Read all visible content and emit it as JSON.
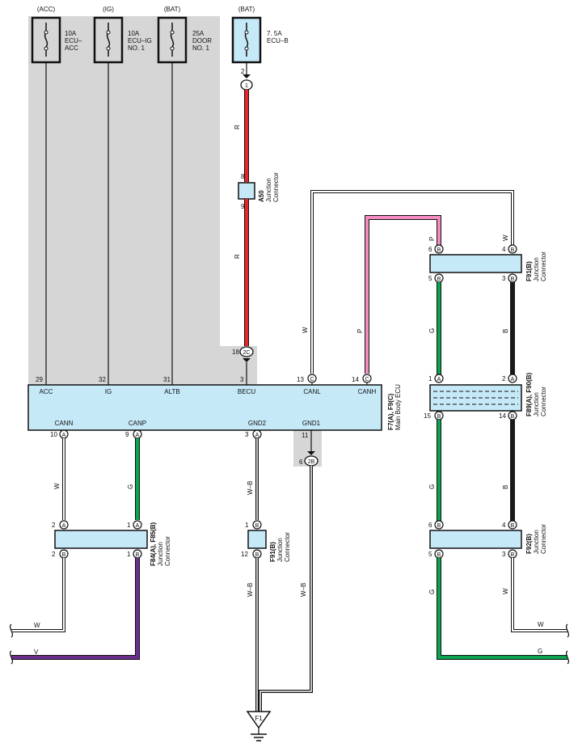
{
  "fuses": [
    {
      "source": "(ACC)",
      "lines": [
        "10A",
        "ECU–",
        "ACC"
      ]
    },
    {
      "source": "(IG)",
      "lines": [
        "10A",
        "ECU–IG",
        "NO. 1"
      ]
    },
    {
      "source": "(BAT)",
      "lines": [
        "25A",
        "DOOR",
        "NO. 1"
      ]
    },
    {
      "source": "(BAT)",
      "lines": [
        "7. 5A",
        "ECU–B"
      ]
    }
  ],
  "ecu": {
    "name_lines": [
      "F7(A), F9(C)",
      "Main Body ECU"
    ],
    "top_pins": [
      {
        "num": "29",
        "label": "ACC"
      },
      {
        "num": "32",
        "label": "IG"
      },
      {
        "num": "31",
        "label": "ALTB"
      },
      {
        "num": "3",
        "label": "BECU"
      },
      {
        "num": "13",
        "conn": "C",
        "label": "CANL"
      },
      {
        "num": "14",
        "conn": "C",
        "label": "CANH"
      }
    ],
    "bottom_pins": [
      {
        "num": "10",
        "conn": "A",
        "label": "CANN"
      },
      {
        "num": "9",
        "conn": "A",
        "label": "CANP"
      },
      {
        "num": "3",
        "conn": "A",
        "label": "GND2"
      },
      {
        "num": "11",
        "label": "GND1"
      }
    ]
  },
  "connectors": {
    "a50": {
      "id": "A50",
      "desc": [
        "Junction",
        "Connector"
      ],
      "pin_in": "8",
      "pin_out": "9"
    },
    "top_pin": {
      "num": "2",
      "conn": "1"
    },
    "becu_in": {
      "num": "18",
      "conn": "2C"
    },
    "gnd1_out": {
      "num": "6",
      "conn": "2B"
    },
    "f91_top": {
      "id": "F91(B)",
      "desc": [
        "Junction",
        "Connector"
      ],
      "pins": [
        "6",
        "B",
        "4",
        "B",
        "5",
        "B",
        "3",
        "B"
      ]
    },
    "f89": {
      "id": "F89(A), F90(B)",
      "desc": [
        "Junction",
        "Connector"
      ],
      "pins": [
        "1",
        "A",
        "2",
        "A",
        "15",
        "B",
        "14",
        "B"
      ]
    },
    "f92": {
      "id": "F92(B)",
      "desc": [
        "Junction",
        "Connector"
      ],
      "pins": [
        "6",
        "B",
        "4",
        "B",
        "5",
        "B",
        "3",
        "B"
      ]
    },
    "f84": {
      "id": "F84(A), F85(B)",
      "desc": [
        "Junction",
        "Connector"
      ],
      "pins": [
        "2",
        "A",
        "1",
        "A",
        "2",
        "B",
        "1",
        "B"
      ]
    },
    "f91_bot": {
      "id": "F91(B)",
      "desc": [
        "Junction",
        "Connector"
      ],
      "pins": [
        "1",
        "B",
        "12",
        "B"
      ]
    },
    "ground": {
      "id": "F1"
    }
  },
  "wire_labels": {
    "r1": "R",
    "r2": "R",
    "w_canl": "W",
    "p_canh": "P",
    "p_top": "P",
    "w_top": "W",
    "g_mid": "G",
    "b_mid": "B",
    "g_low": "G",
    "b_low": "B",
    "g_bot": "G",
    "w_bot": "W",
    "w_right_exit": "W",
    "g_right_exit": "G",
    "w_cann": "W",
    "g_canp": "G",
    "wb_gnd2": "W–B",
    "wb_gnd2_low": "W–B",
    "wb_gnd1": "W–B",
    "w_left_exit": "W",
    "v_left_exit": "V"
  },
  "colors": {
    "ecu_fill": "#c6e9f8",
    "shade": "#d6d6d6",
    "red": "#e8242a",
    "pink": "#f28cc0",
    "green": "#0aa34f",
    "black": "#1a1a1a",
    "purple": "#6a2e8c",
    "white_wire": "#ffffff",
    "outline": "#111111"
  }
}
